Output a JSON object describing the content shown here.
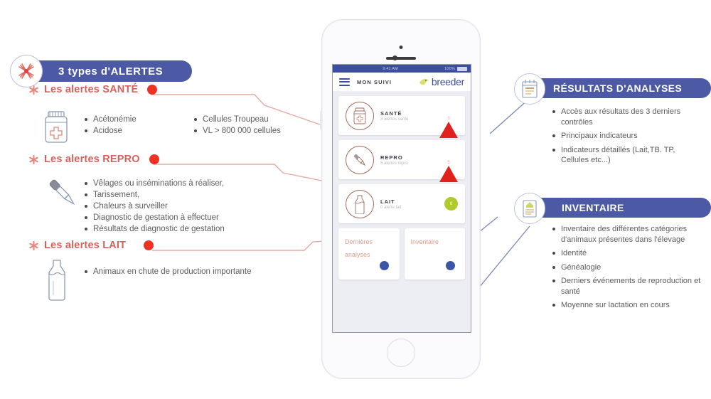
{
  "left": {
    "banner": {
      "title": "3 types d'ALERTES",
      "icon": "siren-alert-icon"
    },
    "sections": [
      {
        "id": "sante",
        "title": "Les alertes SANTÉ",
        "icon": "medicine-jar-icon",
        "bullets_col1": [
          "Acétonémie",
          "Acidose"
        ],
        "bullets_col2": [
          "Cellules Troupeau",
          "VL > 800 000 cellules"
        ]
      },
      {
        "id": "repro",
        "title": "Les alertes REPRO",
        "icon": "pipette-icon",
        "bullets_col1": [
          "Vêlages ou inséminations à réaliser,",
          "Tarissement,",
          "Chaleurs à surveiller",
          "Diagnostic de gestation à effectuer",
          "Résultats de diagnostic de gestation"
        ],
        "bullets_col2": []
      },
      {
        "id": "lait",
        "title": "Les alertes LAIT",
        "icon": "milk-bottle-icon",
        "bullets_col1": [
          "Animaux en chute de production importante"
        ],
        "bullets_col2": []
      }
    ]
  },
  "phone": {
    "statusbar": {
      "time": "9:41 AM",
      "battery": "100%"
    },
    "navbar": {
      "title": "MON SUIVI",
      "brand": "breeder",
      "menu_icon": "hamburger-menu-icon",
      "brand_icon": "breeder-bird-logo"
    },
    "cards": [
      {
        "name": "SANTÉ",
        "sub": "3 alertes santé",
        "icon": "medicine-jar-icon",
        "badge_type": "triangle",
        "badge_value": "3",
        "badge_color": "#e2201c"
      },
      {
        "name": "REPRO",
        "sub": "5 alertes repro",
        "icon": "pipette-icon",
        "badge_type": "triangle",
        "badge_value": "5",
        "badge_color": "#e2201c"
      },
      {
        "name": "LAIT",
        "sub": "0 alerte lait",
        "icon": "milk-bottle-icon",
        "badge_type": "circle",
        "badge_value": "0",
        "badge_color": "#b0c92b"
      }
    ],
    "tiles": [
      {
        "label": "Dernières analyses"
      },
      {
        "label": "Inventaire"
      }
    ]
  },
  "right": {
    "panels": [
      {
        "id": "resultats",
        "title": "RÉSULTATS D'ANALYSES",
        "icon": "analysis-report-icon",
        "bullets": [
          "Accès aux résultats des 3 derniers contrôles",
          "Principaux indicateurs",
          "Indicateurs détaillés (Lait,TB. TP, Cellules etc...)"
        ]
      },
      {
        "id": "inventaire",
        "title": "INVENTAIRE",
        "icon": "inventory-document-icon",
        "bullets": [
          "Inventaire des différentes catégories d'animaux présentes dans l'élevage",
          "Identité",
          "Généalogie",
          "Derniers événements de reproduction et santé",
          "Moyenne sur lactation en cours"
        ]
      }
    ]
  },
  "colors": {
    "brand_blue": "#4c5aa6",
    "alert_red": "#d95f5a",
    "dot_red": "#ed3224",
    "green": "#b0c92b",
    "peach": "#d9a08c"
  }
}
